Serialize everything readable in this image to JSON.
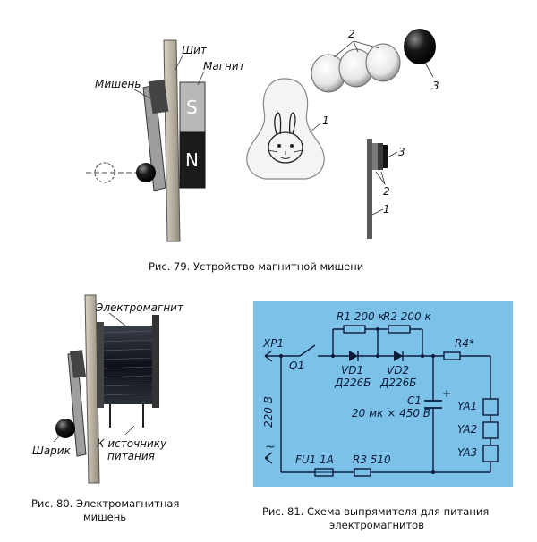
{
  "fig79": {
    "caption": "Рис. 79. Устройство магнитной мишени",
    "labels": {
      "shield": "Щит",
      "magnet": "Магнит",
      "target": "Мишень",
      "pole_s": "S",
      "pole_n": "N"
    },
    "callouts": [
      "1",
      "2",
      "3",
      "1",
      "2",
      "3"
    ]
  },
  "fig80": {
    "caption_line1": "Рис. 80. Электромагнитная",
    "caption_line2": "мишень",
    "labels": {
      "electromagnet": "Электромагнит",
      "ball": "Шарик",
      "to_power_line1": "К источнику",
      "to_power_line2": "питания"
    }
  },
  "fig81": {
    "caption_line1": "Рис. 81. Схема выпрямителя для питания",
    "caption_line2": "электромагнитов",
    "colors": {
      "background": "#7cc2e8",
      "ink": "#0c1b3a"
    },
    "labels": {
      "xp1": "XP1",
      "q1": "Q1",
      "r1": "R1 200 к",
      "r2": "R2 200 к",
      "r4": "R4*",
      "vd1_name": "VD1",
      "vd1_type": "Д226Б",
      "vd2_name": "VD2",
      "vd2_type": "Д226Б",
      "c1_name": "C1",
      "c1_value": "20 мк × 450 В",
      "plus": "+",
      "fu1": "FU1 1A",
      "r3": "R3 510",
      "voltage": "220 В",
      "ac": "~",
      "ya1": "YA1",
      "ya2": "YA2",
      "ya3": "YA3"
    }
  }
}
